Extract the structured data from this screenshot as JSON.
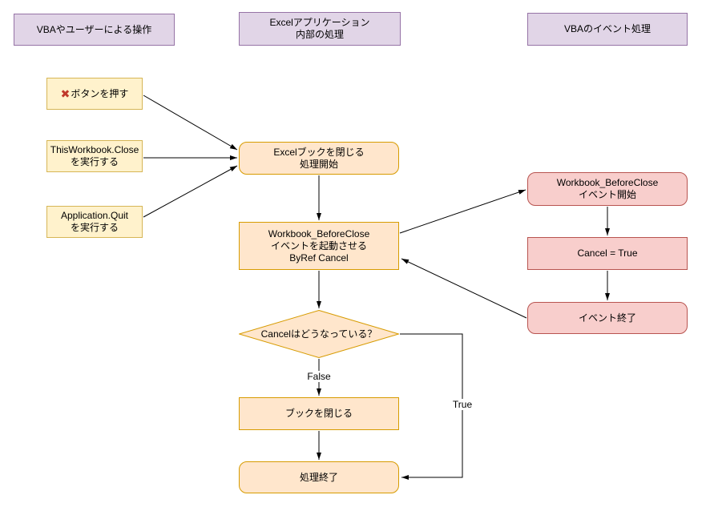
{
  "diagram": {
    "headers": {
      "left": "VBAやユーザーによる操作",
      "center": "Excelアプリケーション\n内部の処理",
      "right": "VBAのイベント処理"
    },
    "user_actions": {
      "close_button_icon": "✖",
      "close_button_label": "ボタンを押す",
      "thisworkbook_close": "ThisWorkbook.Close\nを実行する",
      "application_quit": "Application.Quit\nを実行する"
    },
    "excel_process": {
      "start": "Excelブックを閉じる\n処理開始",
      "raise_event": "Workbook_BeforeClose\nイベントを起動させる\nByRef Cancel",
      "decision": "Cancelはどうなっている？",
      "close_book": "ブックを閉じる",
      "end": "処理終了"
    },
    "vba_event": {
      "event_start": "Workbook_BeforeClose\nイベント開始",
      "cancel_true": "Cancel = True",
      "event_end": "イベント終了"
    },
    "edge_labels": {
      "false_branch": "False",
      "true_branch": "True"
    },
    "colors": {
      "purple_fill": "#E1D5E7",
      "purple_border": "#9673A6",
      "yellow_fill": "#FFF2CC",
      "yellow_border": "#D6B656",
      "orange_fill": "#FFE6CC",
      "orange_border": "#D79B00",
      "pink_fill": "#F8CECC",
      "pink_border": "#B85450",
      "x_icon_color": "#C0392B",
      "arrow_color": "#000000"
    }
  }
}
